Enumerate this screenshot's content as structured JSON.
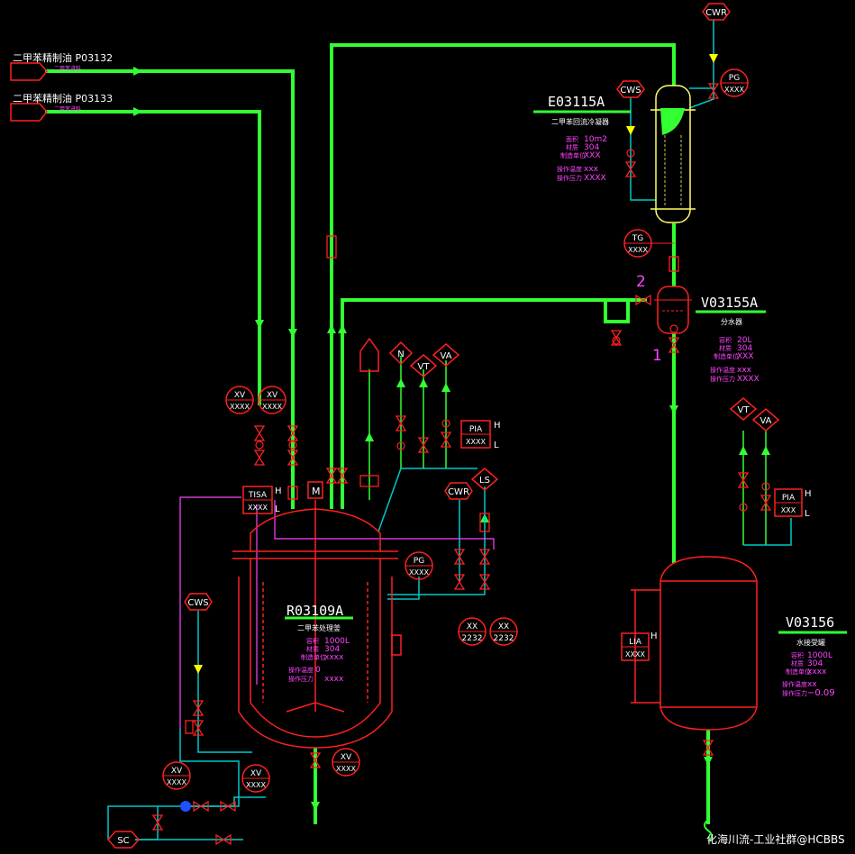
{
  "feeds": {
    "f1": {
      "label": "二甲苯精制油 P03132",
      "sub": "二甲苯进料"
    },
    "f2": {
      "label": "二甲苯精制油 P03133",
      "sub": "二甲苯进料"
    }
  },
  "utilities": {
    "cwr": "CWR",
    "cws": "CWS",
    "n": "N",
    "vt": "VT",
    "va": "VA",
    "sc": "SC",
    "ls": "LS"
  },
  "condenser": {
    "tag": "E03115A",
    "name": "二甲苯回流冷凝器",
    "specs": [
      {
        "k": "面积",
        "v": "10m2"
      },
      {
        "k": "材质",
        "v": "304"
      },
      {
        "k": "制造单位",
        "v": "XXX"
      },
      {
        "k": "操作温度",
        "v": "xxx"
      },
      {
        "k": "操作压力",
        "v": "XXXX"
      }
    ]
  },
  "separator": {
    "tag": "V03155A",
    "name": "分水器",
    "specs": [
      {
        "k": "容积",
        "v": "20L"
      },
      {
        "k": "材质",
        "v": "304"
      },
      {
        "k": "制造单位",
        "v": "XXX"
      },
      {
        "k": "操作温度",
        "v": "xxx"
      },
      {
        "k": "操作压力",
        "v": "XXXX"
      }
    ],
    "mark1": "1",
    "mark2": "2"
  },
  "reactor": {
    "tag": "R03109A",
    "name": "二甲苯处理釜",
    "motor": "M",
    "specs": [
      {
        "k": "容积",
        "v": "1000L"
      },
      {
        "k": "材质",
        "v": "304"
      },
      {
        "k": "制造单位",
        "v": "xxxx"
      },
      {
        "k": "操作温度",
        "v": "0"
      },
      {
        "k": "操作压力",
        "v": "xxxx"
      }
    ]
  },
  "receiver": {
    "tag": "V03156",
    "name": "水接受罐",
    "specs": [
      {
        "k": "容积",
        "v": "1000L"
      },
      {
        "k": "材质",
        "v": "304"
      },
      {
        "k": "制造单位",
        "v": "xxxx"
      },
      {
        "k": "操作温度",
        "v": "xx"
      },
      {
        "k": "操作压力",
        "v": "−0.09"
      }
    ]
  },
  "instruments": {
    "xv1": {
      "tag": "XV",
      "val": "XXXX"
    },
    "xv2": {
      "tag": "XV",
      "val": "XXXX"
    },
    "xv3": {
      "tag": "XV",
      "val": "XXXX"
    },
    "xv4": {
      "tag": "XV",
      "val": "XXXX"
    },
    "xv5": {
      "tag": "XV",
      "val": "XXXX"
    },
    "tisa": {
      "tag": "TISA",
      "val": "XXXX",
      "h": "H",
      "l": "L"
    },
    "pia1": {
      "tag": "PIA",
      "val": "XXXX",
      "h": "H",
      "l": "L"
    },
    "pia2": {
      "tag": "PIA",
      "val": "XXX",
      "h": "H",
      "l": "L"
    },
    "pg1": {
      "tag": "PG",
      "val": "XXXX"
    },
    "pg2": {
      "tag": "PG",
      "val": "XXXX"
    },
    "tg": {
      "tag": "TG",
      "val": "XXXX"
    },
    "lia": {
      "tag": "LIA",
      "val": "XXXX",
      "h": "H"
    },
    "xx1": {
      "tag": "XX",
      "val": "2232"
    },
    "xx2": {
      "tag": "XX",
      "val": "2232"
    }
  },
  "watermark": "化海川流-工业社群@HCBBS",
  "colors": {
    "process": "#33ff33",
    "equipment": "#ff2020",
    "utility": "#00c8c8",
    "signal": "#ff44ff",
    "valve": "#ff2020"
  }
}
